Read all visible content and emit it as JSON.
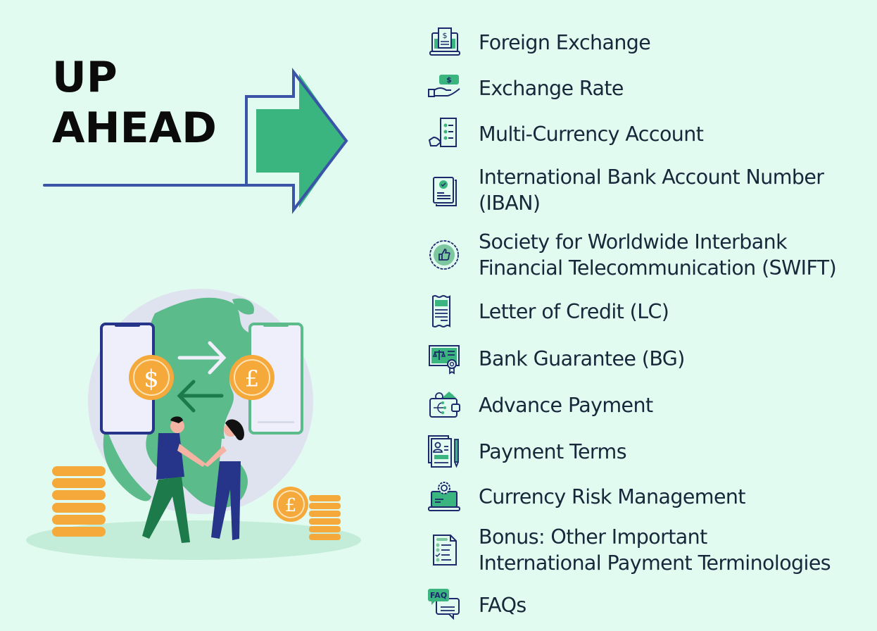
{
  "header": {
    "title_line1": "UP",
    "title_line2": "AHEAD"
  },
  "colors": {
    "background": "#e2fbf1",
    "arrow_outline": "#3a55a8",
    "arrow_fill": "#3bb57f",
    "text": "#17283a",
    "icon_navy": "#1c2a6b",
    "icon_green": "#3bb57f",
    "coin_orange": "#f6a93b"
  },
  "illustration": {
    "left_coin_symbol": "$",
    "right_coin_symbol": "£",
    "small_coin_symbol": "£"
  },
  "topics": [
    {
      "icon": "laptop-invoice-icon",
      "label": "Foreign Exchange"
    },
    {
      "icon": "hand-money-icon",
      "label": "Exchange Rate"
    },
    {
      "icon": "hand-checklist-icon",
      "label": "Multi-Currency Account"
    },
    {
      "icon": "verified-document-icon",
      "label_line1": "International Bank Account Number",
      "label_line2": "(IBAN)"
    },
    {
      "icon": "thumbs-up-badge-icon",
      "label_line1": "Society for Worldwide Interbank",
      "label_line2": "Financial Telecommunication (SWIFT)"
    },
    {
      "icon": "receipt-icon",
      "label": "Letter of Credit (LC)"
    },
    {
      "icon": "certificate-scale-icon",
      "label": "Bank Guarantee (BG)"
    },
    {
      "icon": "wallet-icon",
      "label": "Advance Payment"
    },
    {
      "icon": "contract-pen-icon",
      "label": "Payment Terms"
    },
    {
      "icon": "laptop-gear-icon",
      "label": "Currency Risk Management"
    },
    {
      "icon": "checklist-document-icon",
      "label_line1": "Bonus: Other Important",
      "label_line2": "International Payment Terminologies"
    },
    {
      "icon": "faq-chat-icon",
      "label": "FAQs"
    }
  ]
}
